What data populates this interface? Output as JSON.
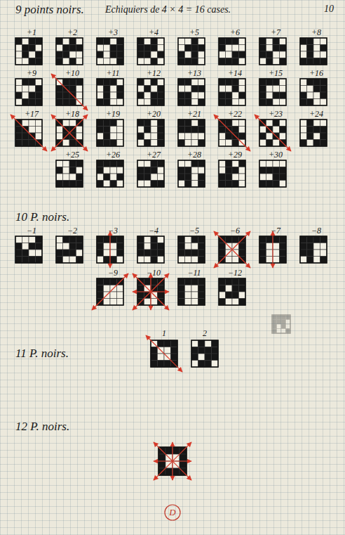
{
  "diagram": {
    "title": "Echiquiers de 4 × 4 = 16 cases.",
    "labels": [
      "10",
      "9 points noirs.",
      "+1",
      "+2",
      "+3",
      "+4",
      "+5",
      "+6",
      "+7",
      "+8",
      "+9",
      "+10",
      "+11",
      "+12",
      "+13",
      "+14",
      "+15",
      "+16",
      "+17",
      "+18",
      "+19",
      "+20",
      "+21",
      "+22",
      "+23",
      "+24",
      "+25",
      "+26",
      "+27",
      "+28",
      "+29",
      "+30",
      "10 P. noirs.",
      "−1",
      "−2",
      "−3",
      "−4",
      "−5",
      "−6",
      "−7",
      "−8",
      "−9",
      "−10",
      "−11",
      "−12",
      "11 P. noirs.",
      "1",
      "2",
      "12 P. noirs.",
      "D"
    ]
  }
}
